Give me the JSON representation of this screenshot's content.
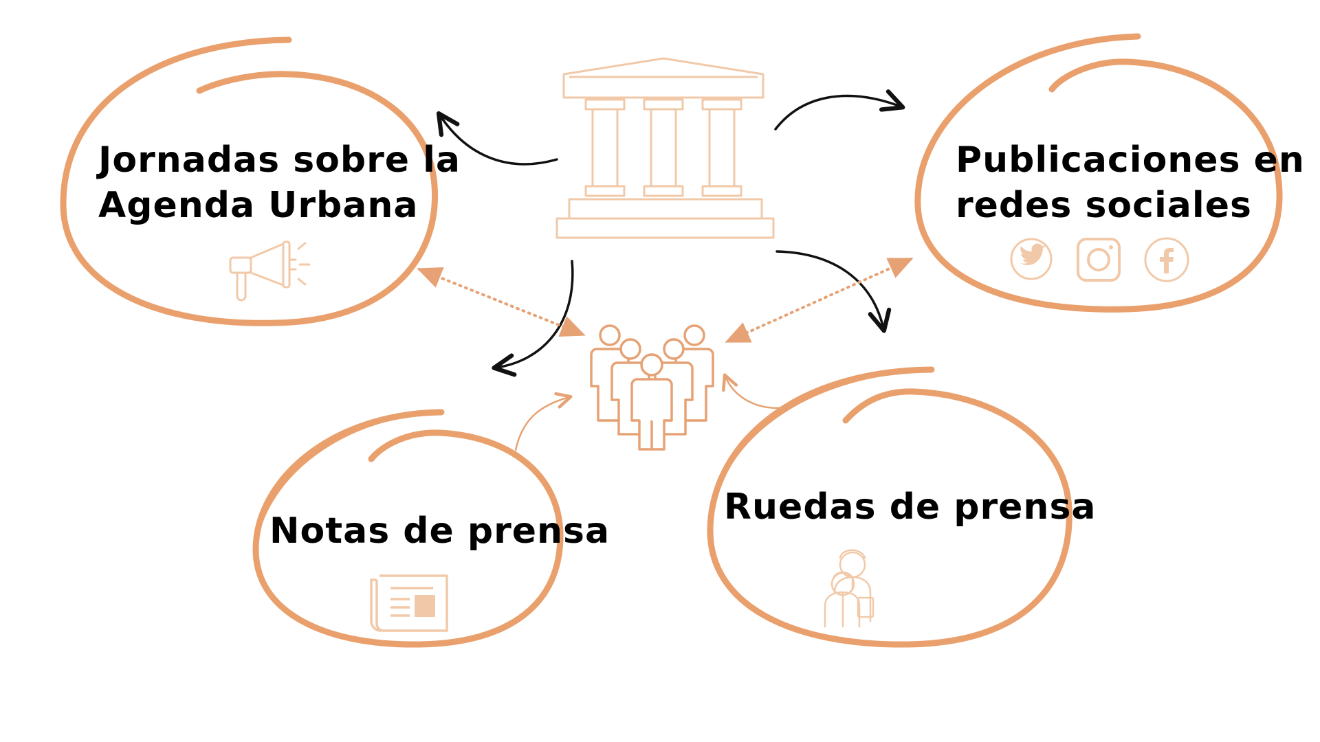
{
  "colors": {
    "accent": "#e9a06c",
    "icon_light": "#f2c9a8",
    "icon_people": "#e6a274",
    "arrow": "#111111",
    "text": "#000000"
  },
  "center": {
    "institution_icon": "columns-building-icon",
    "audience_icon": "people-group-icon"
  },
  "nodes": [
    {
      "id": "jornadas",
      "lines": [
        "Jornadas sobre la",
        "Agenda Urbana"
      ],
      "icon": "megaphone-icon"
    },
    {
      "id": "publicaciones",
      "lines": [
        "Publicaciones en",
        "redes sociales"
      ],
      "icons": [
        "twitter-icon",
        "instagram-icon",
        "facebook-icon"
      ]
    },
    {
      "id": "notas",
      "lines": [
        "Notas de prensa"
      ],
      "icon": "newspaper-icon"
    },
    {
      "id": "ruedas",
      "lines": [
        "Ruedas de prensa"
      ],
      "icon": "press-conference-icon"
    }
  ]
}
